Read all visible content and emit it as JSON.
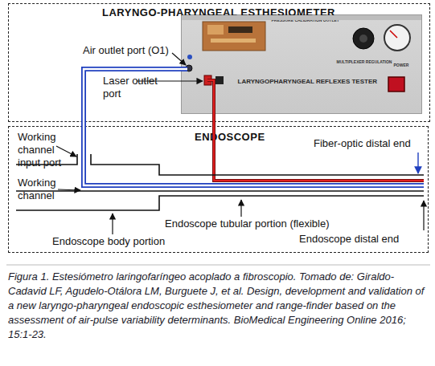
{
  "diagram": {
    "caption": "Figura 1. Estesiómetro laringofaríngeo acoplado a fibroscopio. Tomado de: Giraldo-Cadavid LF, Agudelo-Otálora LM, Burguete J, et al. Design, development and validation of a new laryngo-pharyngeal endoscopic esthesiometer and range-finder based on the assessment of air-pulse variability determinants. BioMedical Engineering Online 2016; 15:1-23.",
    "nodes": [
      {
        "text": [
          "LARYNGO-PHARYNGEAL ESTHESIOMETER"
        ]
      },
      {
        "text": [
          "LARYNGOPHARYNGEAL REFLEXES TESTER",
          "PRESSURE CALIBRATION OUTLET",
          "MULTIPLEXER REGULATION",
          "POWER"
        ],
        "in": 0
      },
      {
        "text": [
          "ENDOSCOPE"
        ]
      }
    ],
    "labels": [
      "Air outlet port (O1)",
      "Laser outlet port",
      "Working channel input port",
      "Working channel",
      "Fiber-optic distal end",
      "Endoscope tubular portion (flexible)",
      "Endoscope body portion",
      "Endoscope distal end"
    ]
  }
}
